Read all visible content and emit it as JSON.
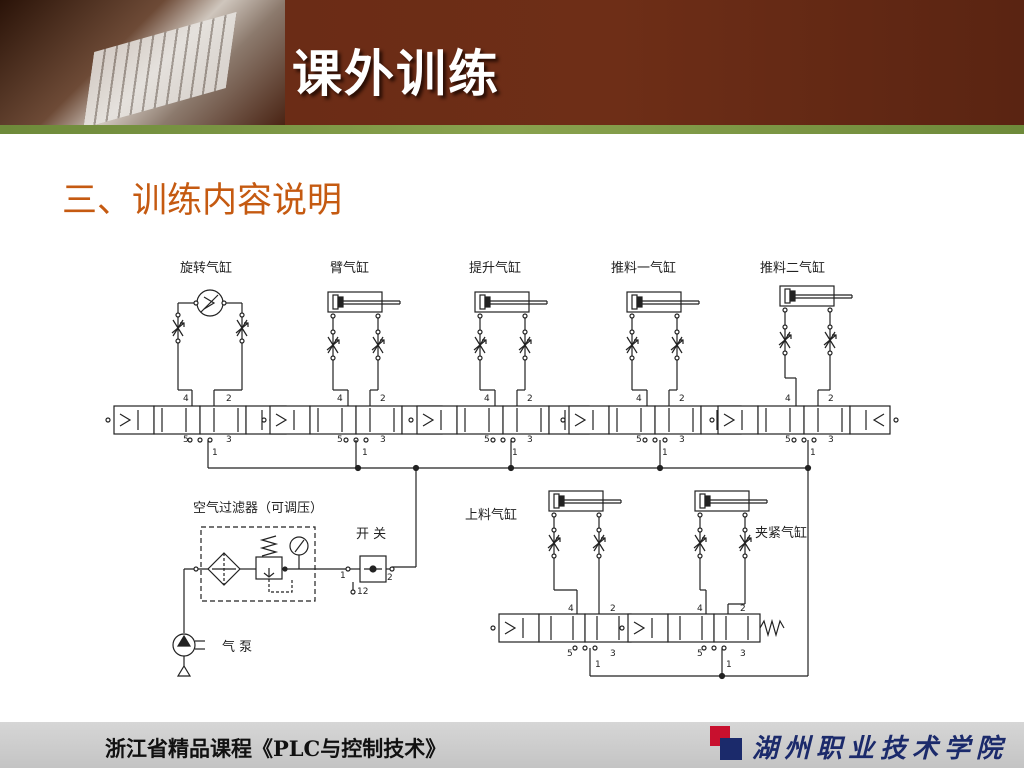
{
  "slide": {
    "title": "课外训练",
    "subtitle": "三、训练内容说明",
    "footer_course": "浙江省精品课程《PLC与控制技术》",
    "school_logo_text": "湖州职业技术学院"
  },
  "diagram": {
    "labels": {
      "rotary_cylinder": "旋转气缸",
      "arm_cylinder": "臂气缸",
      "lift_cylinder": "提升气缸",
      "push1_cylinder": "推料一气缸",
      "push2_cylinder": "推料二气缸",
      "load_cylinder": "上料气缸",
      "clamp_cylinder": "夹紧气缸",
      "air_filter": "空气过滤器（可调压）",
      "switch": "开  关",
      "pump": "气  泵"
    },
    "port_labels": [
      "4",
      "2",
      "5",
      "1",
      "3",
      "12"
    ]
  }
}
